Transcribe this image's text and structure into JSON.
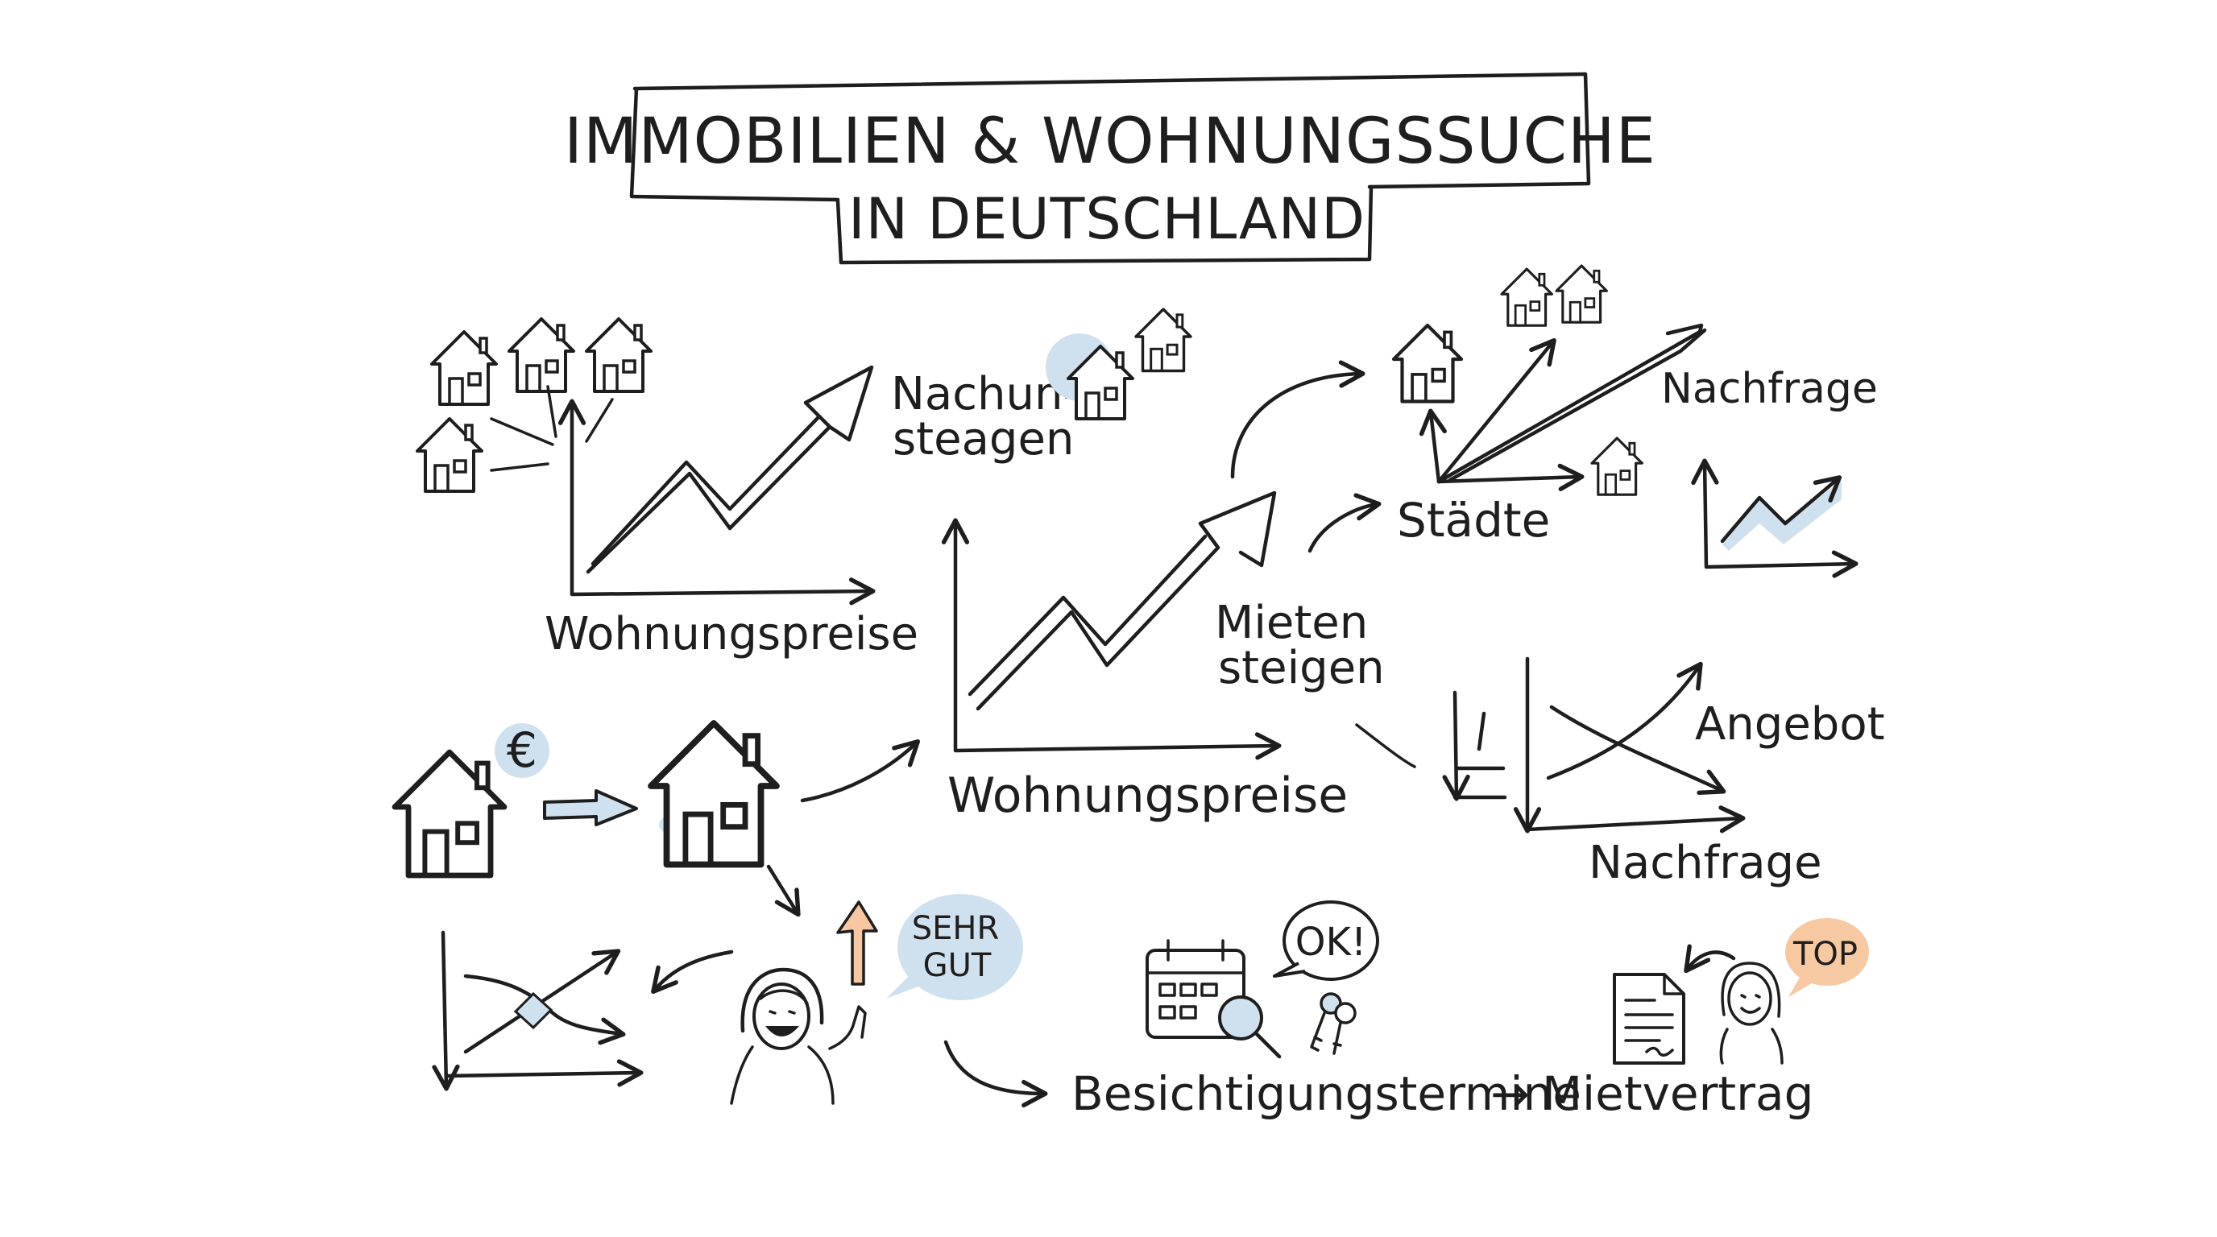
{
  "colors": {
    "ink": "#1e1e1e",
    "soft_blue": "#cfe0ee",
    "bubble_blue": "#cfe0ee",
    "orange_arrow": "#f6c7a0",
    "top_badge": "#f7c9a2",
    "background": "#ffffff"
  },
  "title": {
    "line1": "IMMOBILIEN & WOHNUNGSSUCHE",
    "line2": "IN DEUTSCHLAND"
  },
  "labels": {
    "wohnungspreise_top": "Wohnungspreise",
    "nachun": "Nachun-",
    "steagen": "steagen",
    "wohnungspreise_mid": "Wohnungspreise",
    "mieten": "Mieten",
    "steigen": "steigen",
    "staedte": "Städte",
    "nachfrage_top": "Nachfrage",
    "angebot": "Angebot",
    "nachfrage_bottom": "Nachfrage",
    "euro": "€",
    "sehr": "SEHR",
    "gut": "GUT",
    "ok": "OK!",
    "top": "TOP",
    "besichtigungstermine": "Besichtigungstermine",
    "arrow_text": "→",
    "mietvertrag": "Mietvertrag"
  },
  "icons": [
    "house-icon",
    "euro-icon",
    "calendar-icon",
    "magnifier-icon",
    "keys-icon",
    "document-icon",
    "woman-icon",
    "up-arrow-icon"
  ]
}
